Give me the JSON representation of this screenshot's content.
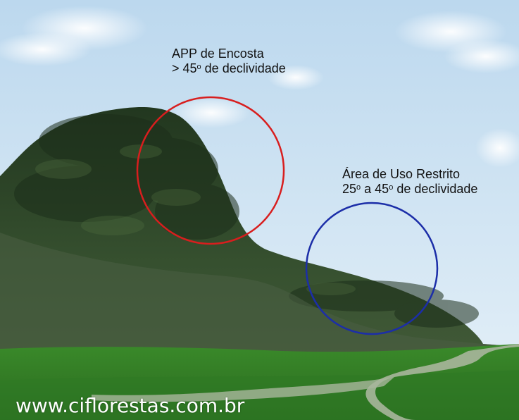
{
  "app_label": {
    "title": "APP de Encosta",
    "prefix": "> 45",
    "degree": "o",
    "suffix": " de declividade"
  },
  "restricted_label": {
    "title": "Área de Uso Restrito",
    "from_value": "25",
    "degree1": "o",
    "connector": " a 45",
    "degree2": "o",
    "suffix": " de declividade"
  },
  "watermark": "www.ciflorestas.com.br",
  "colors": {
    "app_circle": "#d81e1e",
    "restricted_circle": "#1c2ea8",
    "sky": "#cfe3f3",
    "hill": "#2f4a2a",
    "grass": "#3f8a2c",
    "path": "#9aa98f"
  }
}
